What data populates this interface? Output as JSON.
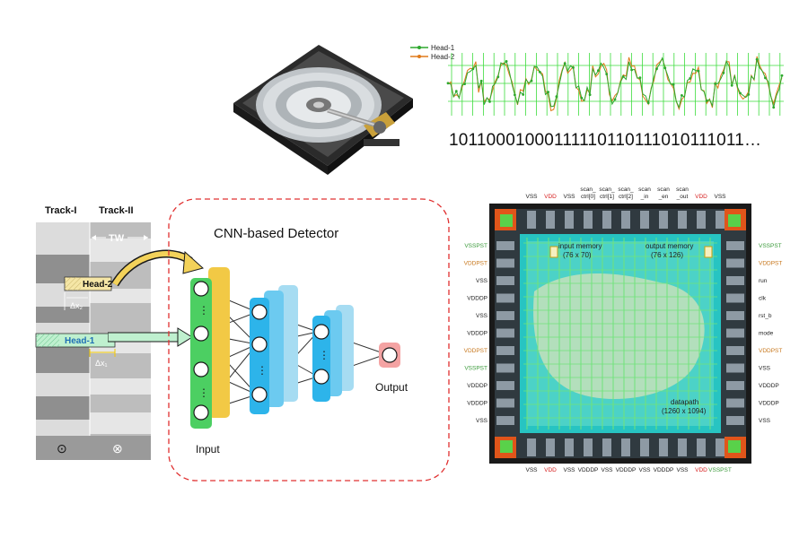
{
  "readback": {
    "legend": [
      "Head-1",
      "Head-2"
    ],
    "bits": "10110001000111110110111010111011…",
    "colors": {
      "head1": "#2ea82e",
      "head2": "#e07a1a",
      "grid": "#3ddc3d"
    }
  },
  "tracks": {
    "track1": "Track-I",
    "track2": "Track-II",
    "tw": "TW",
    "head2": "Head-2",
    "head1": "Head-1",
    "dx2": "Δx₂",
    "dx1": "Δx₁",
    "dot_symbol": "⊙",
    "cross_symbol": "⊗"
  },
  "cnn": {
    "title": "CNN-based Detector",
    "input_label": "Input",
    "output_label": "Output",
    "colors": {
      "input": "#4ccf62",
      "yellow": "#f2c945",
      "blue": "#2db4ea",
      "output": "#f4a3a3",
      "border": "#e03030"
    }
  },
  "chip": {
    "top_pins": [
      "VSS",
      "VDD",
      "VSS",
      "scan_\nctrl[0]",
      "scan_\nctrl[1]",
      "scan_\nctrl[2]",
      "scan\n_in",
      "scan\n_en",
      "scan\n_out",
      "VDD",
      "VSS"
    ],
    "bottom_pins": [
      "VSS",
      "VDD",
      "VSS",
      "VDDDP",
      "VSS",
      "VDDDP",
      "VSS",
      "VDDDP",
      "VSS",
      "VDD",
      "VSSPST"
    ],
    "left_pins": [
      "VSSPST",
      "VDDPST",
      "VSS",
      "VDDDP",
      "VSS",
      "VDDDP",
      "VDDPST",
      "VSSPST",
      "VDDDP",
      "VDDDP",
      "VSS"
    ],
    "right_pins": [
      "VSSPST",
      "VDDPST",
      "run",
      "clk",
      "rst_b",
      "mode",
      "VDDPST",
      "VSS",
      "VDDDP",
      "VDDDP",
      "VSS"
    ],
    "input_memory": "input memory",
    "input_memory_size": "(76 x 70)",
    "output_memory": "output memory",
    "output_memory_size": "(76 x 126)",
    "datapath": "datapath",
    "datapath_size": "(1260 x 1094)",
    "pin_colors": {
      "VDD": "#d62020",
      "VSSPST": "#3a9a3a",
      "VDDPST": "#c8781e",
      "default": "#222222"
    }
  }
}
